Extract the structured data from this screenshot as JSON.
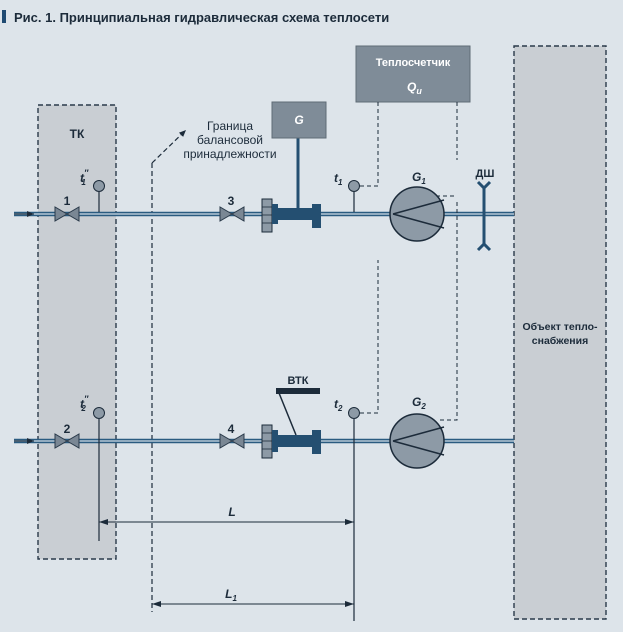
{
  "title": "Рис. 1. Принципиальная гидравлическая схема теплосети",
  "tk_label": "ТК",
  "boundary_label": [
    "Граница",
    "балансовой",
    "принадлежности"
  ],
  "g_box_label": "G",
  "heat_meter": {
    "label": "Теплосчетчик",
    "q_main": "Q",
    "q_sub": "и"
  },
  "object_label": [
    "Объект тепло-",
    "снабжения"
  ],
  "dsh_label": "ДШ",
  "vtk_label": "ВТК",
  "valves": [
    "1",
    "2",
    "3",
    "4"
  ],
  "sensors": {
    "t1pp": {
      "main": "t",
      "sub": "1",
      "sup": "″"
    },
    "t2pp": {
      "main": "t",
      "sub": "2",
      "sup": "″"
    },
    "t1": {
      "main": "t",
      "sub": "1"
    },
    "t2": {
      "main": "t",
      "sub": "2"
    }
  },
  "flowmeters": {
    "g1": {
      "main": "G",
      "sub": "1"
    },
    "g2": {
      "main": "G",
      "sub": "2"
    }
  },
  "dims": {
    "L": {
      "main": "L"
    },
    "L1": {
      "main": "L",
      "sub": "1"
    }
  },
  "colors": {
    "background": "#dde4ea",
    "title_bar": "#1f4a72",
    "pipe": "#2a5b80",
    "device": "#244f71",
    "box_fill": "#7f8c98"
  }
}
